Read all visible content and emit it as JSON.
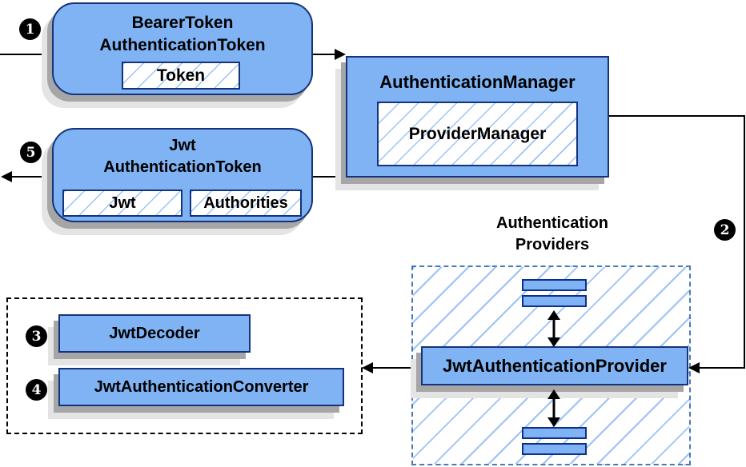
{
  "colors": {
    "box_fill": "#7FB3F4",
    "box_border": "#14337C",
    "bar_border": "#0E2F8C",
    "hatch_line": "#9CC3F5",
    "shadow_dark": "#A6A6A6",
    "shadow_light": "#E4E4E4",
    "dashed_blue": "#4878BE",
    "dashed_black": "#000000",
    "arrow": "#000000",
    "text": "#000000",
    "badge_bg": "#000000",
    "badge_text": "#FFFFFF"
  },
  "nodes": {
    "bearer_token": {
      "line1": "BearerToken",
      "line2": "AuthenticationToken",
      "chip": "Token"
    },
    "authentication_manager": {
      "title": "AuthenticationManager",
      "chip": "ProviderManager"
    },
    "jwt_authentication_token": {
      "line1": "Jwt",
      "line2": "AuthenticationToken",
      "chip_jwt": "Jwt",
      "chip_authorities": "Authorities"
    },
    "jwt_authentication_provider": {
      "title": "JwtAuthenticationProvider"
    },
    "jwt_decoder": {
      "title": "JwtDecoder"
    },
    "jwt_authentication_converter": {
      "title": "JwtAuthenticationConverter"
    }
  },
  "groups": {
    "authentication_providers": {
      "label_line1": "Authentication",
      "label_line2": "Providers"
    }
  },
  "badges": {
    "step1": "1",
    "step2": "2",
    "step3": "3",
    "step4": "4",
    "step5": "5"
  }
}
